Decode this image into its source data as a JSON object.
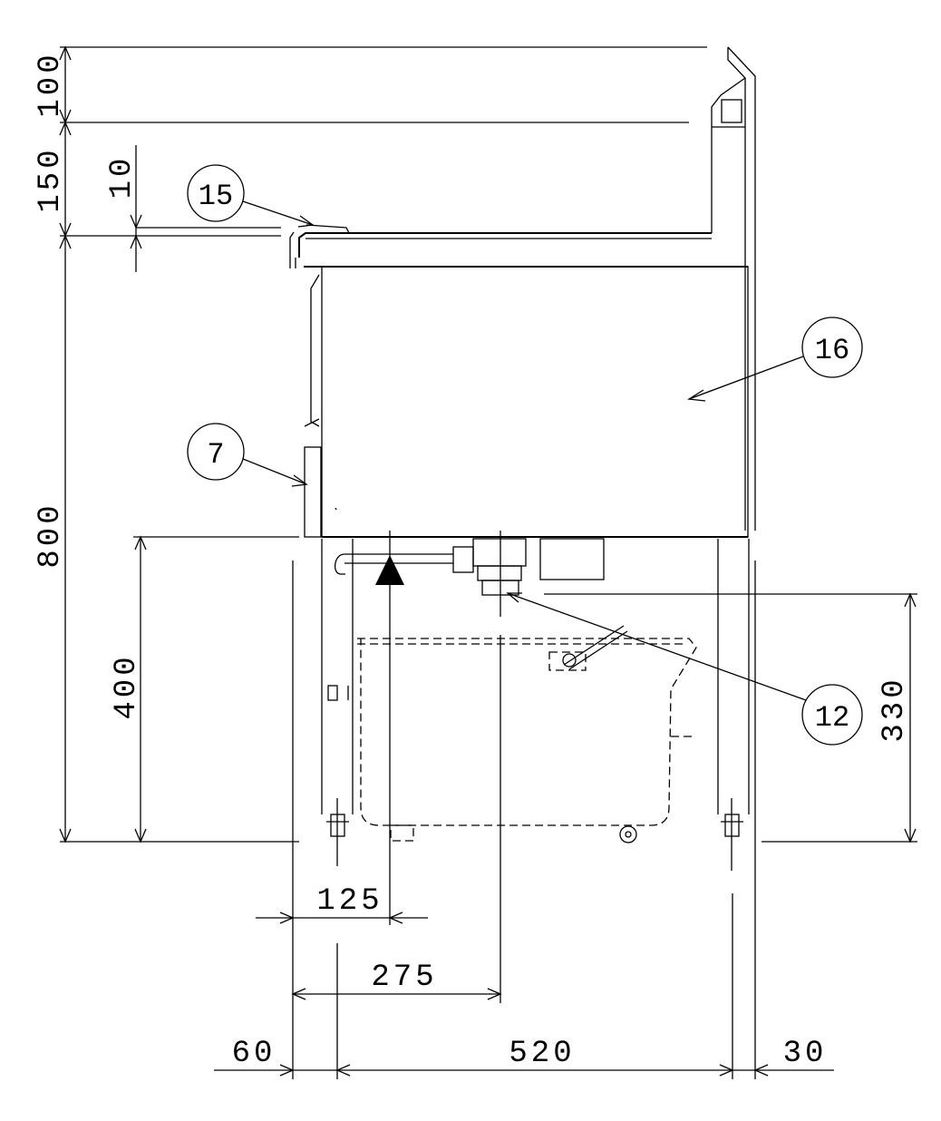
{
  "dimensions": {
    "d100": "100",
    "d150": "150",
    "d10": "10",
    "d800": "800",
    "d400": "400",
    "d330": "330",
    "d125": "125",
    "d275": "275",
    "d60": "60",
    "d520": "520",
    "d30": "30"
  },
  "callouts": {
    "c15": "15",
    "c16": "16",
    "c7": "7",
    "c12": "12"
  }
}
